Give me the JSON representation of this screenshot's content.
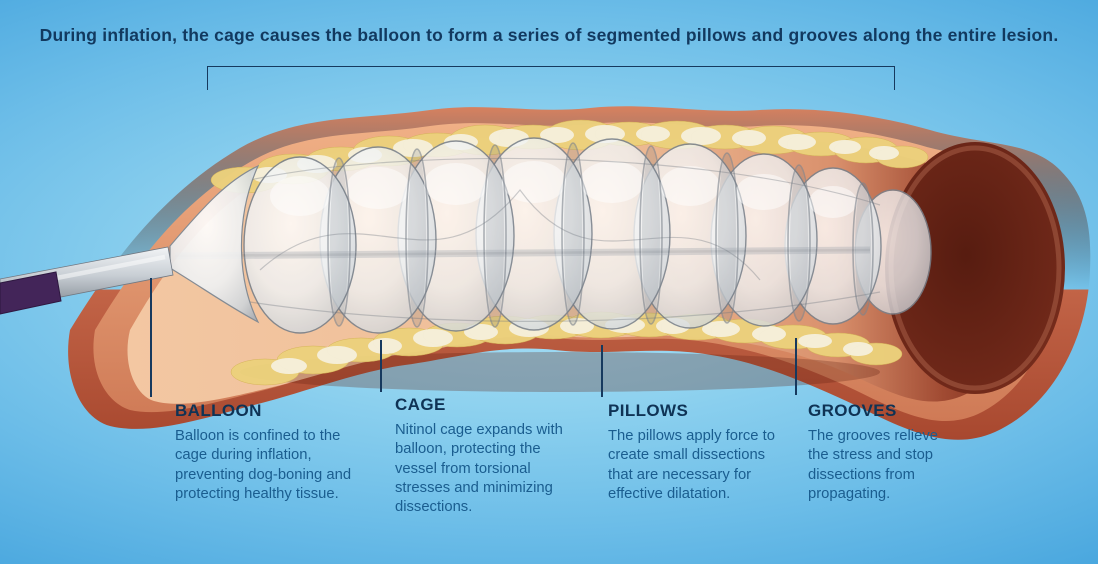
{
  "title": "During inflation, the cage causes the balloon to form a series of segmented pillows and grooves along the entire lesion.",
  "callouts": [
    {
      "label": "BALLOON",
      "description": "Balloon is confined to the cage during inflation, preventing dog-boning and protecting healthy tissue."
    },
    {
      "label": "CAGE",
      "description": "Nitinol cage expands with balloon, protecting the vessel from torsional stresses and minimizing dissections."
    },
    {
      "label": "PILLOWS",
      "description": "The pillows apply force to create small dissections that are necessary for effective dilatation."
    },
    {
      "label": "GROOVES",
      "description": "The grooves relieve the stress and stop dissections from propagating."
    }
  ],
  "colors": {
    "background_center": "#aee2f6",
    "background_edge": "#1e84c6",
    "title_text": "#12395f",
    "heading_text": "#0f3355",
    "body_text": "#1a5d8f",
    "leader_line": "#16395e",
    "vessel_wall_salmon": "#c4603f",
    "vessel_lumen_dark": "#702518",
    "plaque_yellow": "#ecd17c",
    "plaque_white": "#f6f0dc",
    "balloon_gray": "#cfd5da",
    "catheter_tip_purple": "#432559"
  }
}
